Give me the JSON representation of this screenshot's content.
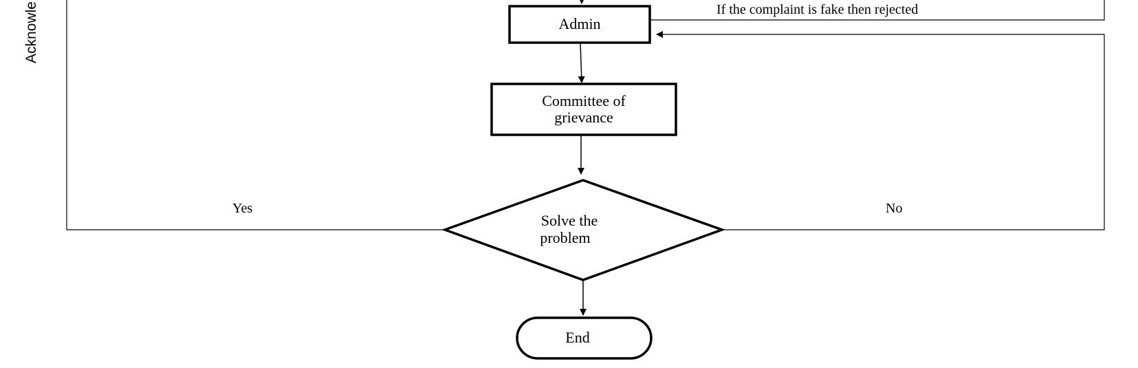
{
  "diagram": {
    "side_label": "Acknowle",
    "nodes": {
      "admin": {
        "label": "Admin"
      },
      "committee": {
        "line1": "Committee of",
        "line2": "grievance"
      },
      "decision": {
        "line1": "Solve the",
        "line2": "problem"
      },
      "end": {
        "label": "End"
      }
    },
    "edge_labels": {
      "rejected": "If the complaint is fake then rejected",
      "yes": "Yes",
      "no": "No"
    },
    "colors": {
      "stroke": "#000000",
      "background": "#ffffff"
    }
  }
}
